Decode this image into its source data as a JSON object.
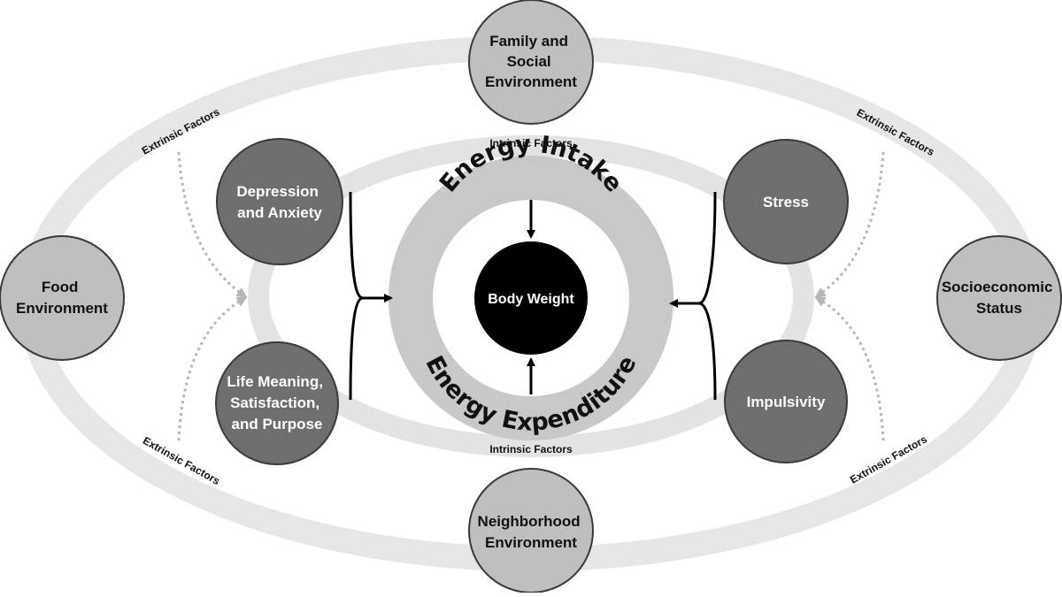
{
  "center": {
    "label": "Body Weight"
  },
  "ring": {
    "top_label": "Energy Intake",
    "bottom_label": "Energy Expenditure"
  },
  "ring_labels": {
    "intrinsic_top": "Intrinsic Factors",
    "intrinsic_bottom": "Intrinsic Factors"
  },
  "extrinsic_labels": {
    "top_left": "Extrinsic Factors",
    "top_right": "Extrinsic Factors",
    "bottom_left": "Extrinsic Factors",
    "bottom_right": "Extrinsic Factors"
  },
  "intrinsic_nodes": {
    "depression": [
      "Depression",
      "and Anxiety"
    ],
    "life_meaning": [
      "Life Meaning,",
      "Satisfaction,",
      "and Purpose"
    ],
    "stress": [
      "Stress"
    ],
    "impulsivity": [
      "Impulsivity"
    ]
  },
  "extrinsic_nodes": {
    "family": [
      "Family and",
      "Social",
      "Environment"
    ],
    "food": [
      "Food",
      "Environment"
    ],
    "socioeconomic": [
      "Socioeconomic",
      "Status"
    ],
    "neighborhood": [
      "Neighborhood",
      "Environment"
    ]
  },
  "colors": {
    "outer_ellipse": "#e6e6e6",
    "inner_ellipse": "#e3e3e3",
    "energy_ring": "#c8c8c8",
    "center_fill": "#000000",
    "intrinsic_node": "#6e6e6e",
    "extrinsic_node": "#bfbfbf",
    "node_stroke": "#3a3a3a",
    "dotted_arrow": "#b5b5b5"
  }
}
